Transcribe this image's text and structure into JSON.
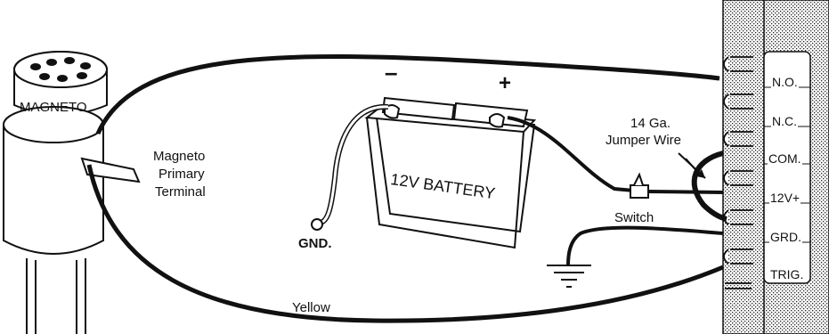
{
  "labels": {
    "magneto": "MAGNETO",
    "primary_terminal": [
      "Magneto",
      "Primary",
      "Terminal"
    ],
    "battery": "12V BATTERY",
    "minus": "–",
    "plus": "+",
    "gnd": "GND.",
    "jumper": [
      "14 Ga.",
      "Jumper Wire"
    ],
    "switch": "Switch",
    "yellow": "Yellow"
  },
  "terminals": [
    "N.O.",
    "N.C.",
    "COM.",
    "12V+",
    "GRD.",
    "TRIG."
  ]
}
